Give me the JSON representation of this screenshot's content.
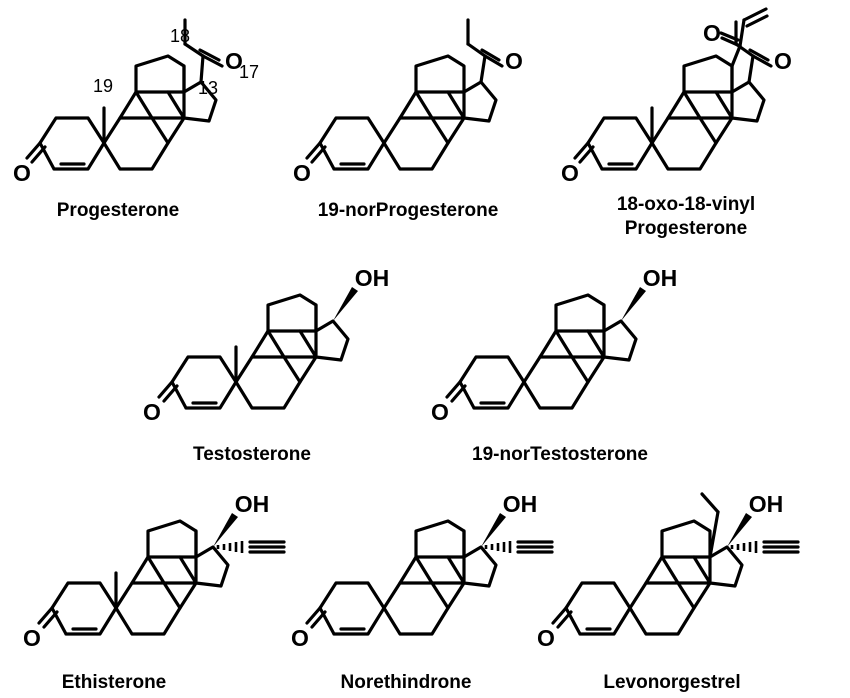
{
  "figure": {
    "atom_labels": {
      "oxygen": "O",
      "hydroxyl": "OH"
    },
    "position_numbers": [
      "19",
      "18",
      "13",
      "17"
    ],
    "compounds": [
      {
        "id": "progesterone",
        "name": "Progesterone",
        "methyl_19": true,
        "substituent_17": "acetyl",
        "substituent_18": "methyl"
      },
      {
        "id": "19-norprogesterone",
        "name": "19-norProgesterone",
        "methyl_19": false,
        "substituent_17": "acetyl",
        "substituent_18": "methyl"
      },
      {
        "id": "18-oxo-18-vinyl-progesterone",
        "name_line1": "18-oxo-18-vinyl",
        "name_line2": "Progesterone",
        "methyl_19": true,
        "substituent_17": "acetyl",
        "substituent_18": "acryloyl"
      },
      {
        "id": "testosterone",
        "name": "Testosterone",
        "methyl_19": true,
        "substituent_17": "hydroxyl",
        "substituent_18": "methyl"
      },
      {
        "id": "19-nortestosterone",
        "name": "19-norTestosterone",
        "methyl_19": false,
        "substituent_17": "hydroxyl",
        "substituent_18": "methyl"
      },
      {
        "id": "ethisterone",
        "name": "Ethisterone",
        "methyl_19": true,
        "substituent_17": "hydroxyl + ethynyl",
        "substituent_18": "methyl"
      },
      {
        "id": "norethindrone",
        "name": "Norethindrone",
        "methyl_19": false,
        "substituent_17": "hydroxyl + ethynyl",
        "substituent_18": "methyl"
      },
      {
        "id": "levonorgestrel",
        "name": "Levonorgestrel",
        "methyl_19": false,
        "substituent_17": "hydroxyl + ethynyl",
        "substituent_18": "ethyl"
      }
    ]
  }
}
